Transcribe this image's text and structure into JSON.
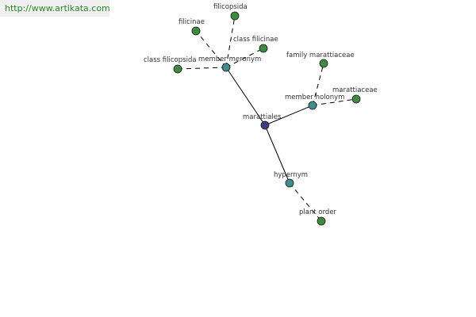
{
  "banner": {
    "url": "http://www.artikata.com"
  },
  "colors": {
    "root": "#3c3c80",
    "relation": "#3e8c8c",
    "leaf": "#3e8a3e"
  },
  "graph": {
    "nodes": [
      {
        "id": "marattiales",
        "label": "marattiales",
        "kind": "root"
      },
      {
        "id": "member-meronym",
        "label": "member meronym",
        "kind": "relation"
      },
      {
        "id": "member-holonym",
        "label": "member holonym",
        "kind": "relation"
      },
      {
        "id": "hypernym",
        "label": "hypernym",
        "kind": "relation"
      },
      {
        "id": "filicopsida",
        "label": "filicopsida",
        "kind": "leaf"
      },
      {
        "id": "filicinae",
        "label": "filicinae",
        "kind": "leaf"
      },
      {
        "id": "class-filicinae",
        "label": "class filicinae",
        "kind": "leaf"
      },
      {
        "id": "class-filicopsida",
        "label": "class filicopsida",
        "kind": "leaf"
      },
      {
        "id": "family-marattiaceae",
        "label": "family marattiaceae",
        "kind": "leaf"
      },
      {
        "id": "marattiaceae",
        "label": "marattiaceae",
        "kind": "leaf"
      },
      {
        "id": "plant-order",
        "label": "plant order",
        "kind": "leaf"
      }
    ],
    "edges": [
      {
        "from": "marattiales",
        "to": "member-meronym",
        "style": "solid"
      },
      {
        "from": "marattiales",
        "to": "member-holonym",
        "style": "solid"
      },
      {
        "from": "marattiales",
        "to": "hypernym",
        "style": "solid"
      },
      {
        "from": "member-meronym",
        "to": "filicopsida",
        "style": "dashed"
      },
      {
        "from": "member-meronym",
        "to": "filicinae",
        "style": "dashed"
      },
      {
        "from": "member-meronym",
        "to": "class-filicinae",
        "style": "dashed"
      },
      {
        "from": "member-meronym",
        "to": "class-filicopsida",
        "style": "dashed"
      },
      {
        "from": "member-holonym",
        "to": "family-marattiaceae",
        "style": "dashed"
      },
      {
        "from": "member-holonym",
        "to": "marattiaceae",
        "style": "dashed"
      },
      {
        "from": "hypernym",
        "to": "plant-order",
        "style": "dashed"
      }
    ]
  }
}
